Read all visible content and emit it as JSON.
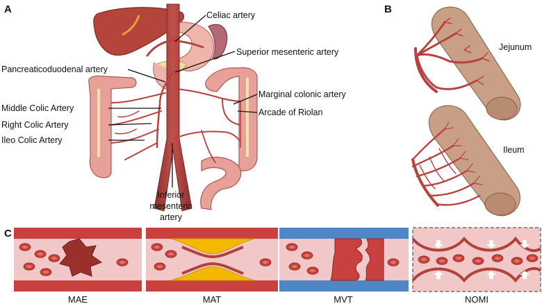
{
  "panels": {
    "a": "A",
    "b": "B",
    "c": "C"
  },
  "panel_a": {
    "labels": {
      "celiac": "Celiac artery",
      "sma": "Superior mesenteric artery",
      "pancreaticoduodenal": "Pancreaticoduodenal artery",
      "middle_colic": "Middle Colic Artery",
      "right_colic": "Right Colic Artery",
      "ileo_colic": "Ileo Colic Artery",
      "marginal": "Marginal colonic artery",
      "riolan": "Arcade of Riolan",
      "ima_line1": "Inferior",
      "ima_line2": "mesenteric",
      "ima_line3": "artery"
    }
  },
  "panel_b": {
    "jejunum": "Jejunum",
    "ileum": "Ileum"
  },
  "panel_c": {
    "mae": "MAE",
    "mat": "MAT",
    "mvt": "MVT",
    "nomi": "NOMI"
  },
  "colors": {
    "artery": "#b8423f",
    "aorta": "#a63b38",
    "vessel_wall": "#c9413f",
    "lumen": "#f2c7c7",
    "plaque": "#f5b800",
    "vein_wall": "#4f86c6",
    "liver": "#b5443a",
    "spleen": "#b36a74",
    "intestine": "#c9a086"
  }
}
